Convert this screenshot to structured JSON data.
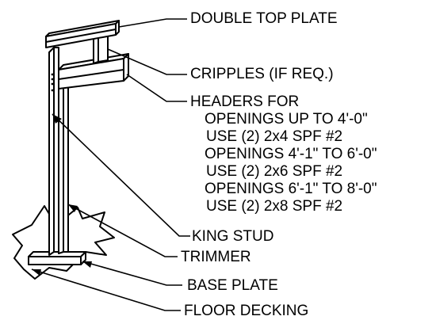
{
  "labels": {
    "double_top_plate": "DOUBLE TOP PLATE",
    "cripples": "CRIPPLES (IF REQ.)",
    "headers_line1": "HEADERS FOR",
    "headers_line2": "OPENINGS UP TO 4'-0\"",
    "headers_line3": "USE (2) 2x4 SPF #2",
    "headers_line4": "OPENINGS 4'-1\" TO 6'-0\"",
    "headers_line5": "USE (2) 2x6 SPF #2",
    "headers_line6": "OPENINGS 6'-1\" TO 8'-0\"",
    "headers_line7": "USE (2) 2x8 SPF #2",
    "king_stud": "KING STUD",
    "trimmer": "TRIMMER",
    "base_plate": "BASE PLATE",
    "floor_decking": "FLOOR DECKING"
  }
}
